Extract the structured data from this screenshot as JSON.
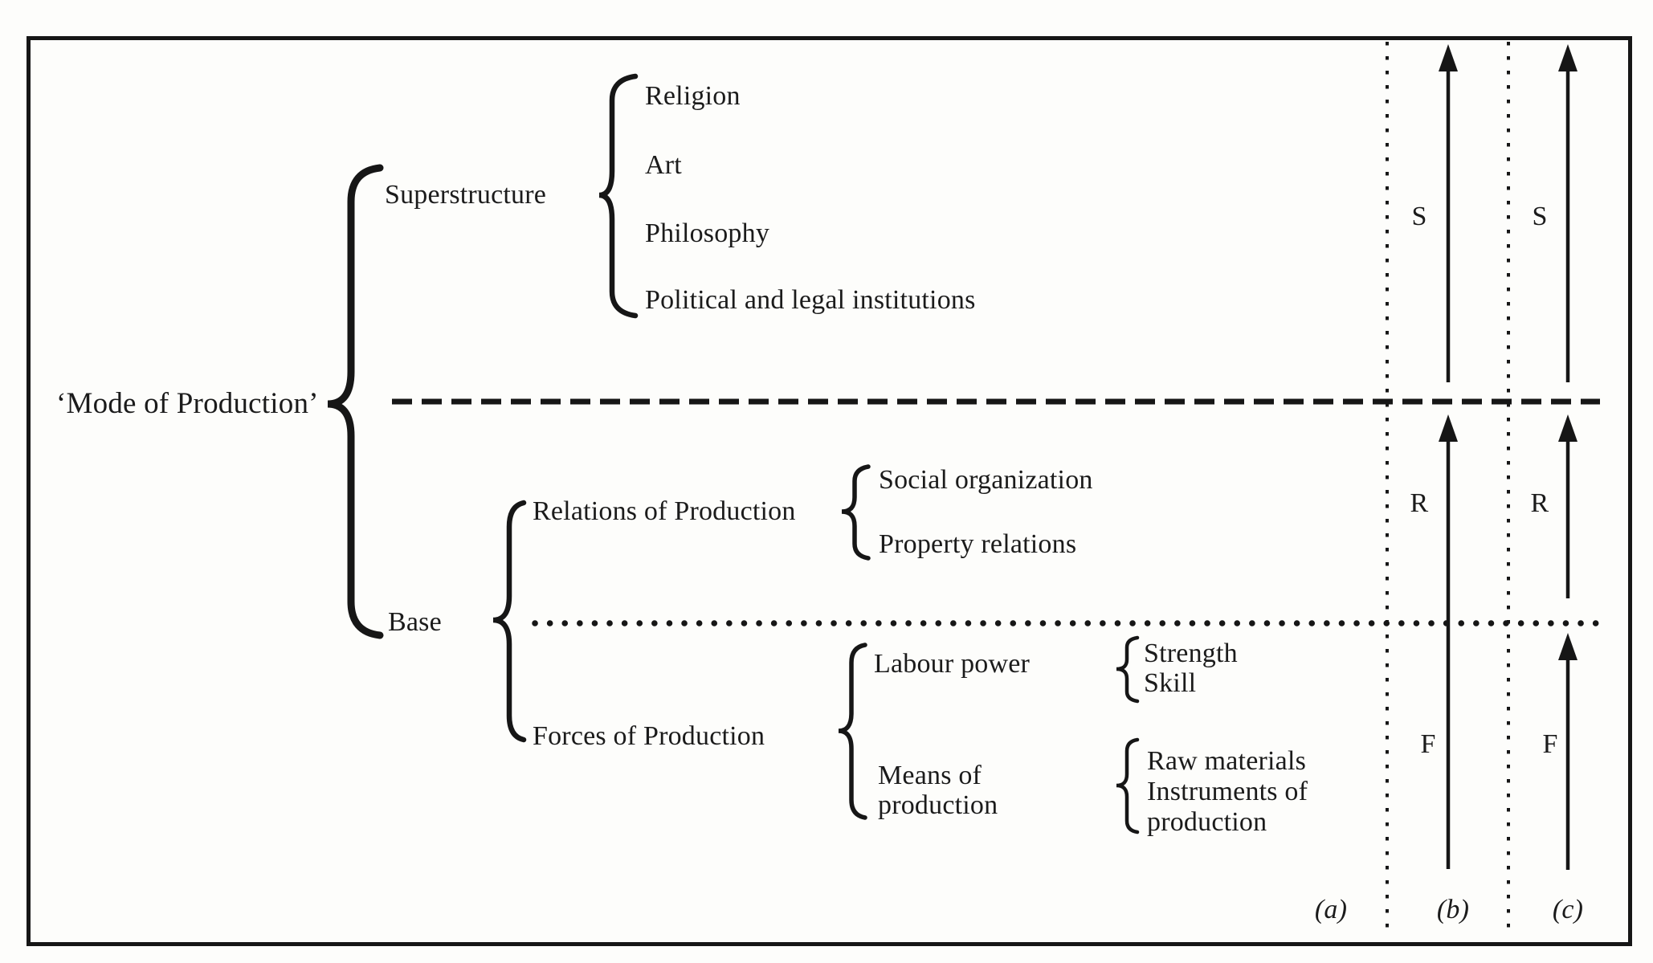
{
  "colors": {
    "ink": "#1b1b1b",
    "line": "#161616",
    "paper": "#fdfdfb"
  },
  "tree": {
    "root": "‘Mode of Production’",
    "superstructure": {
      "label": "Superstructure",
      "items": [
        "Religion",
        "Art",
        "Philosophy",
        "Political and legal institutions"
      ]
    },
    "base": {
      "label": "Base",
      "relations_of_production": {
        "label": "Relations of Production",
        "items": [
          "Social organization",
          "Property relations"
        ]
      },
      "forces_of_production": {
        "label": "Forces of Production",
        "labour_power": {
          "label": "Labour power",
          "items": "Strength\nSkill"
        },
        "means_of_production": {
          "label": "Means of\nproduction",
          "items": "Raw materials\nInstruments of\nproduction"
        }
      }
    }
  },
  "columns": {
    "a": {
      "label": "(a)"
    },
    "b": {
      "label": "(b)",
      "s": "S",
      "r": "R",
      "f": "F"
    },
    "c": {
      "label": "(c)",
      "s": "S",
      "r": "R",
      "f": "F"
    }
  }
}
